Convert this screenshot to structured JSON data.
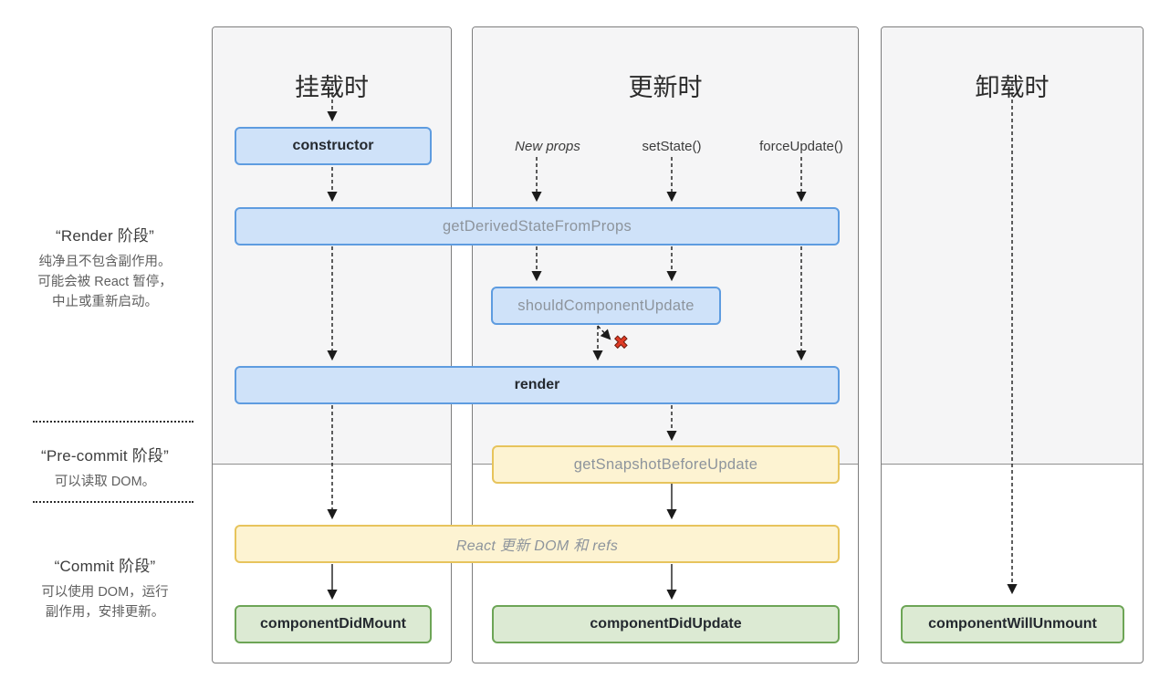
{
  "diagram_title": "React lifecycle methods diagram (Chinese)",
  "phases": [
    {
      "title": "“Render 阶段”",
      "desc": [
        "纯净且不包含副作用。",
        "可能会被 React 暂停，",
        "中止或重新启动。"
      ]
    },
    {
      "title": "“Pre-commit 阶段”",
      "desc": [
        "可以读取 DOM。"
      ]
    },
    {
      "title": "“Commit 阶段”",
      "desc": [
        "可以使用 DOM，运行",
        "副作用，安排更新。"
      ]
    }
  ],
  "columns": [
    {
      "id": "mounting",
      "title": "挂载时"
    },
    {
      "id": "updating",
      "title": "更新时",
      "triggers": [
        {
          "label": "New props"
        },
        {
          "label": "setState()"
        },
        {
          "label": "forceUpdate()"
        }
      ]
    },
    {
      "id": "unmounting",
      "title": "卸载时"
    }
  ],
  "boxes": {
    "constructor": {
      "label": "constructor"
    },
    "getDerivedStateFromProps": {
      "label": "getDerivedStateFromProps"
    },
    "shouldComponentUpdate": {
      "label": "shouldComponentUpdate"
    },
    "render": {
      "label": "render"
    },
    "getSnapshotBeforeUpdate": {
      "label": "getSnapshotBeforeUpdate"
    },
    "reactUpdates": {
      "label": "React 更新 DOM 和 refs"
    },
    "componentDidMount": {
      "label": "componentDidMount"
    },
    "componentDidUpdate": {
      "label": "componentDidUpdate"
    },
    "componentWillUnmount": {
      "label": "componentWillUnmount"
    }
  },
  "icons": {
    "update_stopped": "✖"
  },
  "colors": {
    "panel_shade": "#f5f5f6",
    "panel_border": "#7d7d7d",
    "blue_fill": "#cfe2f9",
    "blue_border": "#5e9ce0",
    "yellow_fill": "#fdf3d2",
    "yellow_border": "#e7c45c",
    "green_fill": "#dcead3",
    "green_border": "#6da556",
    "bold_text": "#24292f",
    "light_text": "#8d949c",
    "stop_x": "#df3b26"
  }
}
